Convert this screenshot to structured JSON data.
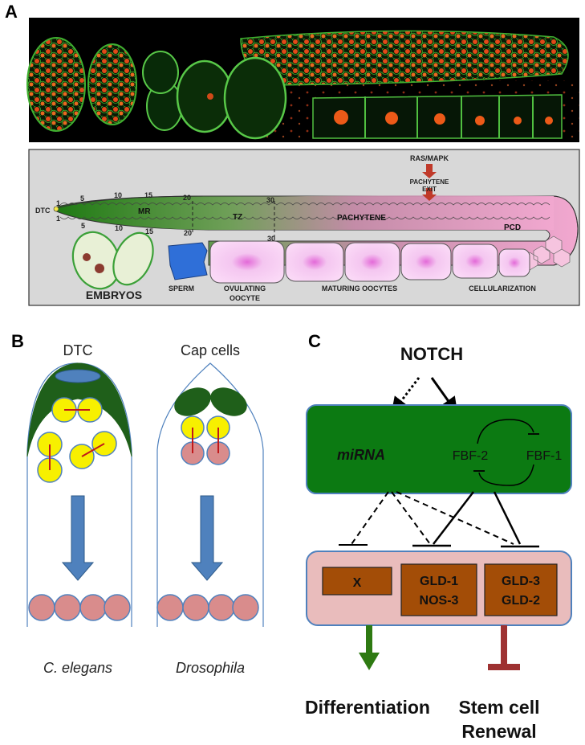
{
  "panels": {
    "a": "A",
    "b": "B",
    "c": "C"
  },
  "panel_a": {
    "signal_1": "RAS/MAPK",
    "signal_2": "PACHYTENE",
    "signal_3": "EXIT",
    "dtc": "DTC",
    "ticks_top": [
      "1",
      "5",
      "10",
      "15",
      "20",
      "30"
    ],
    "ticks_bottom": [
      "1",
      "5",
      "10",
      "15",
      "20",
      "30"
    ],
    "mr": "MR",
    "tz": "TZ",
    "pachytene": "PACHYTENE",
    "pcd": "PCD",
    "embryos": "EMBRYOS",
    "sperm": "SPERM",
    "ovulating_1": "OVULATING",
    "ovulating_2": "OOCYTE",
    "maturing": "MATURING OOCYTES",
    "cellularization": "CELLULARIZATION"
  },
  "panel_b": {
    "left_title": "DTC",
    "right_title": "Cap cells",
    "left_caption": "C. elegans",
    "right_caption": "Drosophila"
  },
  "panel_c": {
    "notch": "NOTCH",
    "mirna": "miRNA",
    "fbf2": "FBF-2",
    "fbf1": "FBF-1",
    "box_x": "X",
    "gld1": "GLD-1",
    "nos3": "NOS-3",
    "gld3": "GLD-3",
    "gld2": "GLD-2",
    "differentiation": "Differentiation",
    "stem_1": "Stem cell",
    "stem_2": "Renewal"
  },
  "colors": {
    "green_box": "#0c7a12",
    "pink_box": "#e9bcbc",
    "brown_box": "#a34d07",
    "yellow_cell": "#f7f000",
    "pink_cell": "#d98c8c",
    "arrow_blue": "#4f81bd",
    "arrow_green": "#2e7a12",
    "arrow_red": "#9e3232"
  }
}
